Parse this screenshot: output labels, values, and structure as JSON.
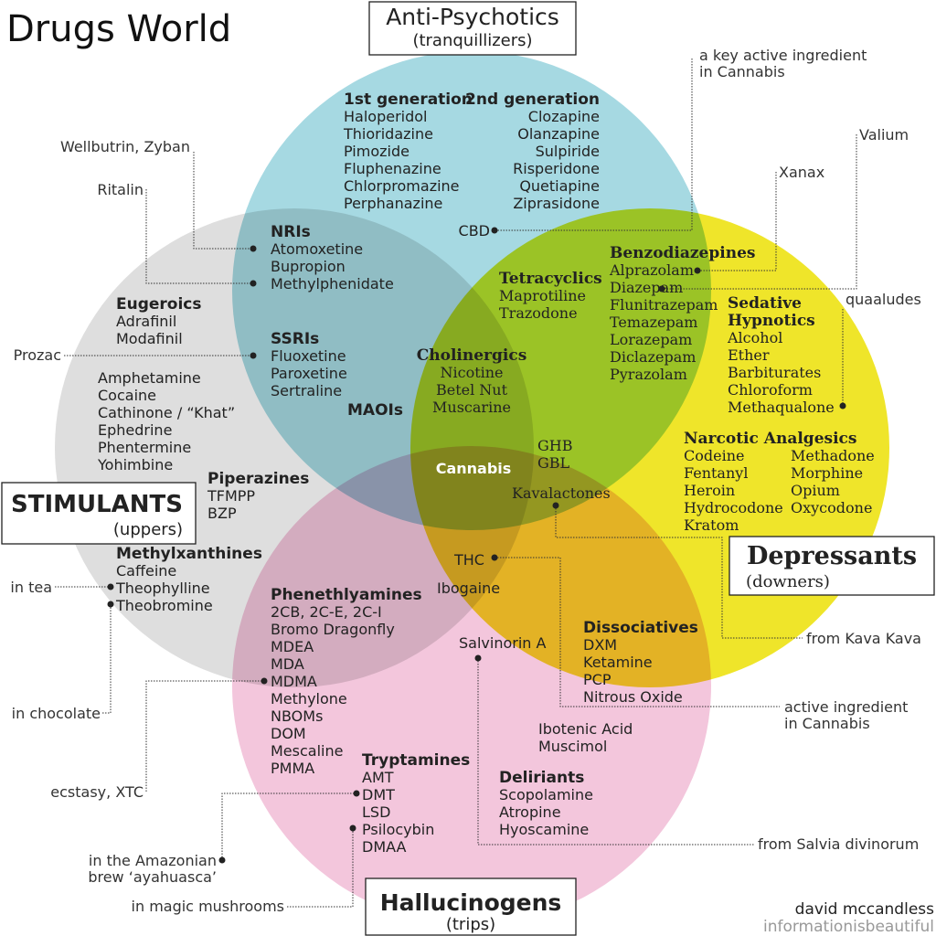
{
  "title": "Drugs World",
  "colors": {
    "anti_psychotics": "#a6d9e2",
    "stimulants": "#dedede",
    "depressants": "#efe52a",
    "hallucinogens": "#f3c6dc"
  },
  "categories": {
    "anti_psychotics": {
      "label": "Anti-Psychotics",
      "sub": "(tranquillizers)"
    },
    "stimulants": {
      "label": "STIMULANTS",
      "sub": "(uppers)"
    },
    "depressants": {
      "label": "Depressants",
      "sub": "(downers)"
    },
    "hallucinogens": {
      "label": "Hallucinogens",
      "sub": "(trips)"
    }
  },
  "groups": {
    "gen1": {
      "title": "1st generation",
      "items": [
        "Haloperidol",
        "Thioridazine",
        "Pimozide",
        "Fluphenazine",
        "Chlorpromazine",
        "Perphanazine"
      ]
    },
    "gen2": {
      "title": "2nd generation",
      "items": [
        "Clozapine",
        "Olanzapine",
        "Sulpiride",
        "Risperidone",
        "Quetiapine",
        "Ziprasidone"
      ]
    },
    "cbd": {
      "items": [
        "CBD"
      ]
    },
    "nris": {
      "title": "NRIs",
      "items": [
        "Atomoxetine",
        "Bupropion",
        "Methylphenidate"
      ]
    },
    "ssris": {
      "title": "SSRIs",
      "items": [
        "Fluoxetine",
        "Paroxetine",
        "Sertraline"
      ]
    },
    "maois": {
      "title": "MAOIs",
      "items": []
    },
    "eugeroics": {
      "title": "Eugeroics",
      "items": [
        "Adrafinil",
        "Modafinil"
      ]
    },
    "stims": {
      "items": [
        "Amphetamine",
        "Cocaine",
        "Cathinone / “Khat”",
        "Ephedrine",
        "Phentermine",
        "Yohimbine"
      ]
    },
    "piperazines": {
      "title": "Piperazines",
      "items": [
        "TFMPP",
        "BZP"
      ]
    },
    "methylxanthines": {
      "title": "Methylxanthines",
      "items": [
        "Caffeine",
        "Theophylline",
        "Theobromine"
      ]
    },
    "tetracyclics": {
      "title": "Tetracyclics",
      "items": [
        "Maprotiline",
        "Trazodone"
      ]
    },
    "cholinergics": {
      "title": "Cholinergics",
      "items": [
        "Nicotine",
        "Betel Nut",
        "Muscarine"
      ]
    },
    "benzos": {
      "title": "Benzodiazepines",
      "items": [
        "Alprazolam",
        "Diazepam",
        "Flunitrazepam",
        "Temazepam",
        "Lorazepam",
        "Diclazepam",
        "Pyrazolam"
      ]
    },
    "sedatives": {
      "title": "Sedative Hypnotics",
      "title_lines": [
        "Sedative",
        "Hypnotics"
      ],
      "items": [
        "Alcohol",
        "Ether",
        "Barbiturates",
        "Chloroform",
        "Methaqualone"
      ]
    },
    "narcotics": {
      "title": "Narcotic Analgesics",
      "items": [
        "Codeine",
        "Fentanyl",
        "Heroin",
        "Hydrocodone",
        "Kratom"
      ]
    },
    "narcotics2": {
      "items": [
        "Methadone",
        "Morphine",
        "Opium",
        "Oxycodone"
      ]
    },
    "cannabis": {
      "title": "Cannabis",
      "items": []
    },
    "ghb": {
      "items": [
        "GHB",
        "GBL"
      ]
    },
    "kava": {
      "items": [
        "Kavalactones"
      ]
    },
    "thc": {
      "items": [
        "THC"
      ]
    },
    "ibogaine": {
      "items": [
        "Ibogaine"
      ]
    },
    "salvinorin": {
      "items": [
        "Salvinorin A"
      ]
    },
    "dissociatives": {
      "title": "Dissociatives",
      "items": [
        "DXM",
        "Ketamine",
        "PCP",
        "Nitrous Oxide"
      ]
    },
    "phenethylamines": {
      "title": "Phenethlyamines",
      "items": [
        "2CB, 2C-E, 2C-I",
        "Bromo Dragonfly",
        "MDEA",
        "MDA",
        "MDMA",
        "Methylone",
        "NBOMs",
        "DOM",
        "Mescaline",
        "PMMA"
      ]
    },
    "ibotenic": {
      "items": [
        "Ibotenic Acid",
        "Muscimol"
      ]
    },
    "tryptamines": {
      "title": "Tryptamines",
      "items": [
        "AMT",
        "DMT",
        "LSD",
        "Psilocybin",
        "DMAA"
      ]
    },
    "deliriants": {
      "title": "Deliriants",
      "items": [
        "Scopolamine",
        "Atropine",
        "Hyoscamine"
      ]
    }
  },
  "annotations": {
    "wellbutrin": [
      "Wellbutrin, Zyban"
    ],
    "ritalin": [
      "Ritalin"
    ],
    "prozac": [
      "Prozac"
    ],
    "cbd_note": [
      "a key active ingredient",
      "in Cannabis"
    ],
    "valium": [
      "Valium"
    ],
    "xanax": [
      "Xanax"
    ],
    "quaaludes": [
      "quaaludes"
    ],
    "kava_note": [
      "from Kava Kava"
    ],
    "thc_note": [
      "active ingredient",
      "in Cannabis"
    ],
    "salvia": [
      "from Salvia divinorum"
    ],
    "tea": [
      "in tea"
    ],
    "chocolate": [
      "in chocolate"
    ],
    "ecstasy": [
      "ecstasy, XTC"
    ],
    "ayahuasca": [
      "in the Amazonian",
      "brew ‘ayahuasca’"
    ],
    "mushrooms": [
      "in magic mushrooms"
    ]
  },
  "credits": {
    "author": "david mccandless",
    "site": "informationisbeautiful"
  }
}
